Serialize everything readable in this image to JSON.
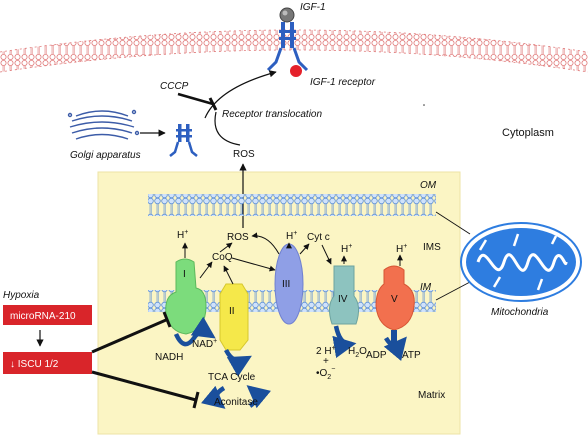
{
  "labels": {
    "igf1": "IGF-1",
    "igf1_receptor": "IGF-1 receptor",
    "cccp": "CCCP",
    "receptor_translocation": "Receptor translocation",
    "golgi": "Golgi apparatus",
    "ros_top": "ROS",
    "cytoplasm": "Cytoplasm",
    "om": "OM",
    "ims": "IMS",
    "im": "IM",
    "matrix": "Matrix",
    "mitochondria": "Mitochondria",
    "ros_inner": "ROS",
    "coq": "CoQ",
    "cytc": "Cyt c",
    "hplus": "H",
    "plus": "+",
    "complex_i": "I",
    "complex_ii": "II",
    "complex_iii": "III",
    "complex_iv": "IV",
    "complex_v": "V",
    "nadh": "NADH",
    "nad": "NAD",
    "tca": "TCA Cycle",
    "aconitase": "Aconitase",
    "two_h": "2 H",
    "o2": "•O",
    "o2_sub": "2",
    "o2_sup": "−",
    "h2o_h": "H",
    "h2o_2": "2",
    "h2o_o": "O",
    "adp": "ADP",
    "atp": "ATP",
    "hypoxia": "Hypoxia",
    "microrna": "microRNA-210",
    "iscu": "↓ ISCU 1/2"
  },
  "colors": {
    "matrix_bg": "#fbf5c4",
    "membrane_outer": "#f2b2b2",
    "membrane_mito": "#9fc3ec",
    "complex_i": "#7cdc7c",
    "complex_ii": "#f5e84a",
    "complex_iii": "#8f9fe6",
    "complex_iv": "#8dc3bf",
    "complex_v": "#f2704e",
    "arrow_blue": "#1a4f9c",
    "red_box": "#d9252a",
    "receptor_blue": "#2d5fc0",
    "golgi_blue": "#3c5ca8",
    "mito_blue": "#2e7de0"
  }
}
